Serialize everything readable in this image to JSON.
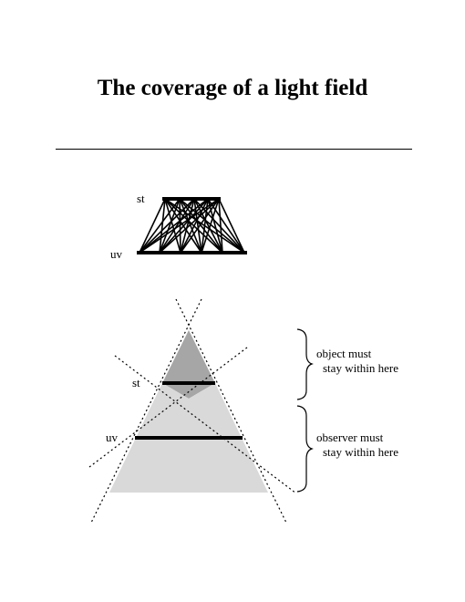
{
  "title": "The coverage of a light field",
  "top_diagram": {
    "st_label": "st",
    "uv_label": "uv"
  },
  "bottom_diagram": {
    "st_label": "st",
    "uv_label": "uv",
    "object_note": [
      "object must",
      "stay within here"
    ],
    "observer_note": [
      "observer must",
      "stay within here"
    ]
  },
  "colors": {
    "object_region": "#a6a6a6",
    "observer_region": "#d9d9d9",
    "lines": "#000000"
  }
}
